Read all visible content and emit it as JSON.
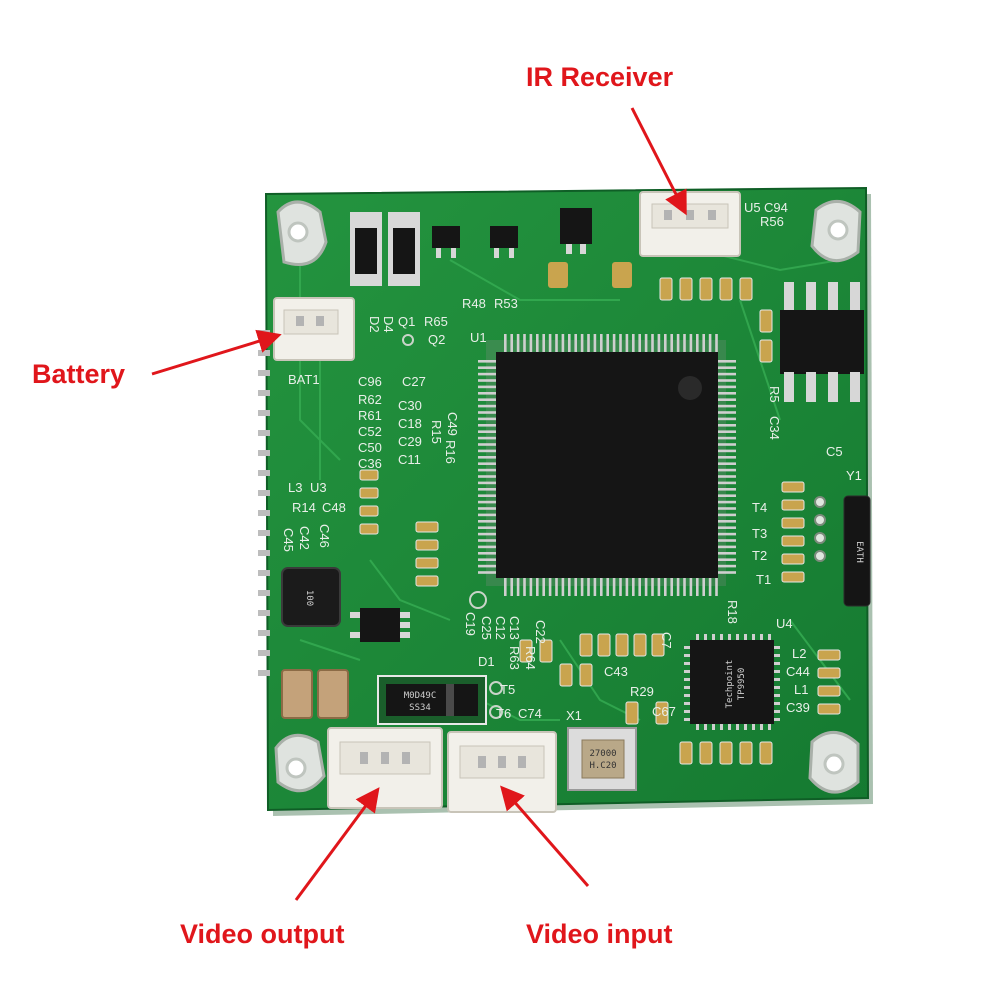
{
  "colors": {
    "label": "#e0161b",
    "arrow": "#e0161b",
    "board": "#1f8a3a",
    "board_dark": "#0f5e26",
    "trace": "#2ea24b",
    "connector": "#f2f0ea",
    "chip": "#151515",
    "pin": "#d7d7d7",
    "silk": "#e9efe9"
  },
  "callouts": {
    "ir_receiver": "IR Receiver",
    "battery": "Battery",
    "video_output": "Video output",
    "video_input": "Video input"
  },
  "silkscreen": {
    "u5": "U5",
    "c94": "C94",
    "r56": "R56",
    "d2": "D2",
    "d4": "D4",
    "q1": "Q1",
    "r65": "R65",
    "q2": "Q2",
    "u1": "U1",
    "r48": "R48",
    "r53": "R53",
    "bat1": "BAT1",
    "c96": "C96",
    "c27": "C27",
    "r62": "R62",
    "c30": "C30",
    "r61": "R61",
    "c18": "C18",
    "c52": "C52",
    "c29": "C29",
    "c50": "C50",
    "c11": "C11",
    "c36": "C36",
    "c49": "C49",
    "r15": "R15",
    "r16": "R16",
    "l3": "L3",
    "u3": "U3",
    "r14": "R14",
    "c48": "C48",
    "c46": "C46",
    "c42": "C42",
    "c45": "C45",
    "t4": "T4",
    "t3": "T3",
    "t2": "T2",
    "t1": "T1",
    "r5": "R5",
    "c34": "C34",
    "c5": "C5",
    "y1": "Y1",
    "c19": "C19",
    "c25": "C25",
    "c12": "C12",
    "c13": "C13",
    "c22": "C22",
    "r63": "R63",
    "r64": "R64",
    "d1": "D1",
    "t5": "T5",
    "t6": "T6",
    "c74": "C74",
    "x1": "X1",
    "r29": "R29",
    "c67": "C67",
    "c43": "C43",
    "c7": "C7",
    "r18": "R18",
    "u4": "U4",
    "l2": "L2",
    "c44": "C44",
    "l1": "L1",
    "c39": "C39"
  },
  "markings": {
    "diode": "M0D49C",
    "diode_2": "SS34",
    "inductor": "100",
    "crystal": "27000",
    "crystal_2": "H.C20",
    "osc": "EATH",
    "u4_chip": "Techpoint",
    "u4_chip_2": "TP9950"
  }
}
